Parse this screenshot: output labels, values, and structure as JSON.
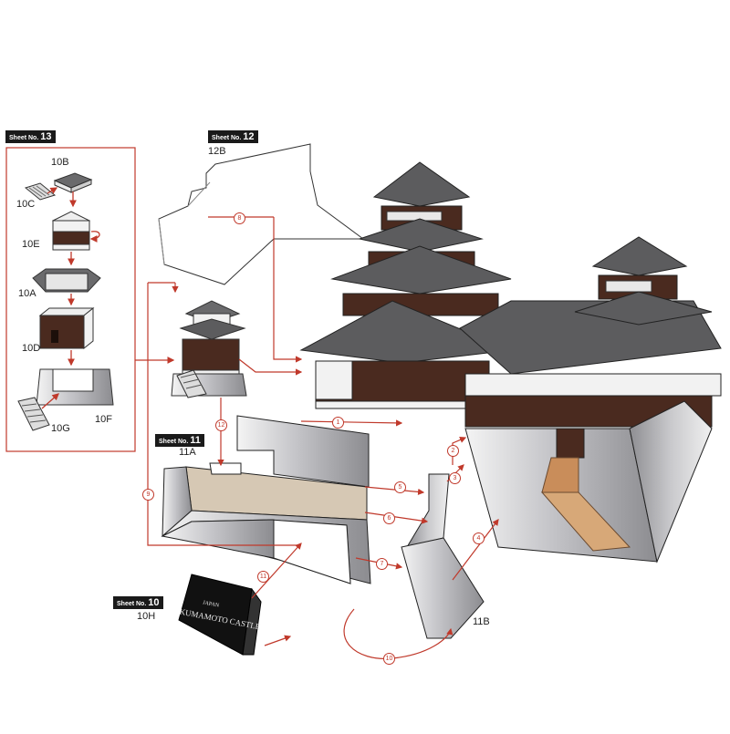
{
  "sheets": {
    "s13": {
      "prefix": "Sheet No.",
      "num": "13"
    },
    "s12": {
      "prefix": "Sheet No.",
      "num": "12"
    },
    "s11": {
      "prefix": "Sheet No.",
      "num": "11"
    },
    "s10": {
      "prefix": "Sheet No.",
      "num": "10"
    }
  },
  "parts": {
    "p10B": "10B",
    "p10C": "10C",
    "p10E": "10E",
    "p10A": "10A",
    "p10D": "10D",
    "p10F": "10F",
    "p10G": "10G",
    "p12B": "12B",
    "p11A": "11A",
    "p11B": "11B",
    "p10H": "10H"
  },
  "sign": {
    "line1": "JAPAN",
    "line2": "KUMAMOTO CASTLE"
  },
  "steps": {
    "s1": "1",
    "s2": "2",
    "s3": "3",
    "s4": "4",
    "s5": "5",
    "s6": "6",
    "s7": "7",
    "s8": "8",
    "s9": "9",
    "s10": "10",
    "s11": "11",
    "s12": "12"
  },
  "colors": {
    "arrow": "#c0392b",
    "roof": "#5c5c5e",
    "wall": "#4a2a1f",
    "plaster": "#f2f2f2",
    "stone": "#a8a8ac"
  }
}
